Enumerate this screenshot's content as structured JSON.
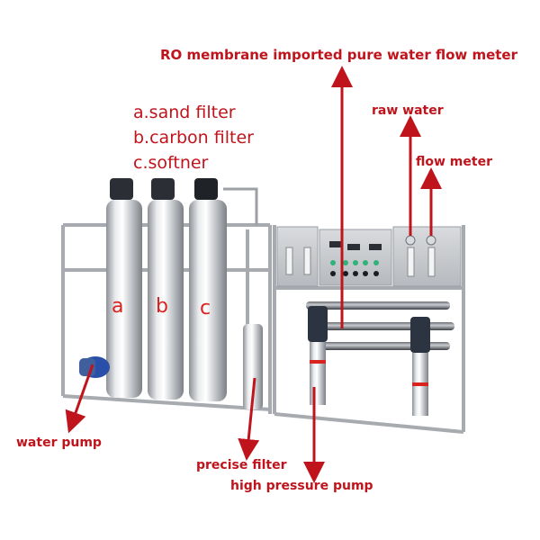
{
  "labels": {
    "ro_flow_meter": "RO membrane imported pure water flow meter",
    "legend_a": "a.sand filter",
    "legend_b": "b.carbon filter",
    "legend_c": "c.softner",
    "raw_water": "raw water",
    "flow_meter": "flow meter",
    "water_pump": "water pump",
    "precise_filter": "precise filter",
    "high_pressure_pump": "high pressure pump"
  },
  "tank_letters": [
    "a",
    "b",
    "c"
  ],
  "colors": {
    "label_red": "#c0141c",
    "steel": "#c8cbd0",
    "pump_blue": "#2a4fa8",
    "pump_dark": "#2b3440"
  }
}
